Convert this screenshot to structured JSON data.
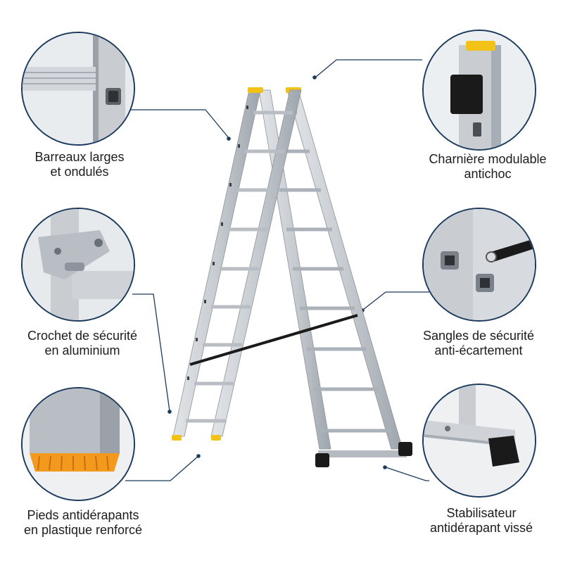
{
  "features": [
    {
      "id": "rungs",
      "line1": "Barreaux larges",
      "line2": "et ondulés"
    },
    {
      "id": "hinge",
      "line1": "Charnière modulable",
      "line2": "antichoc"
    },
    {
      "id": "hook",
      "line1": "Crochet de sécurité",
      "line2": "en aluminium"
    },
    {
      "id": "straps",
      "line1": "Sangles de sécurité",
      "line2": "anti-écartement"
    },
    {
      "id": "feet",
      "line1": "Pieds antidérapants",
      "line2": "en plastique renforcé"
    },
    {
      "id": "stabilizer",
      "line1": "Stabilisateur",
      "line2": "antidérapant vissé"
    }
  ],
  "colors": {
    "accent_line": "#1b3a5c",
    "aluminium": "#c9cdd2",
    "aluminium_dark": "#9aa1a8",
    "cap_yellow": "#f2c316",
    "foot_orange": "#f39a1e",
    "strap_black": "#1a1a1a"
  }
}
